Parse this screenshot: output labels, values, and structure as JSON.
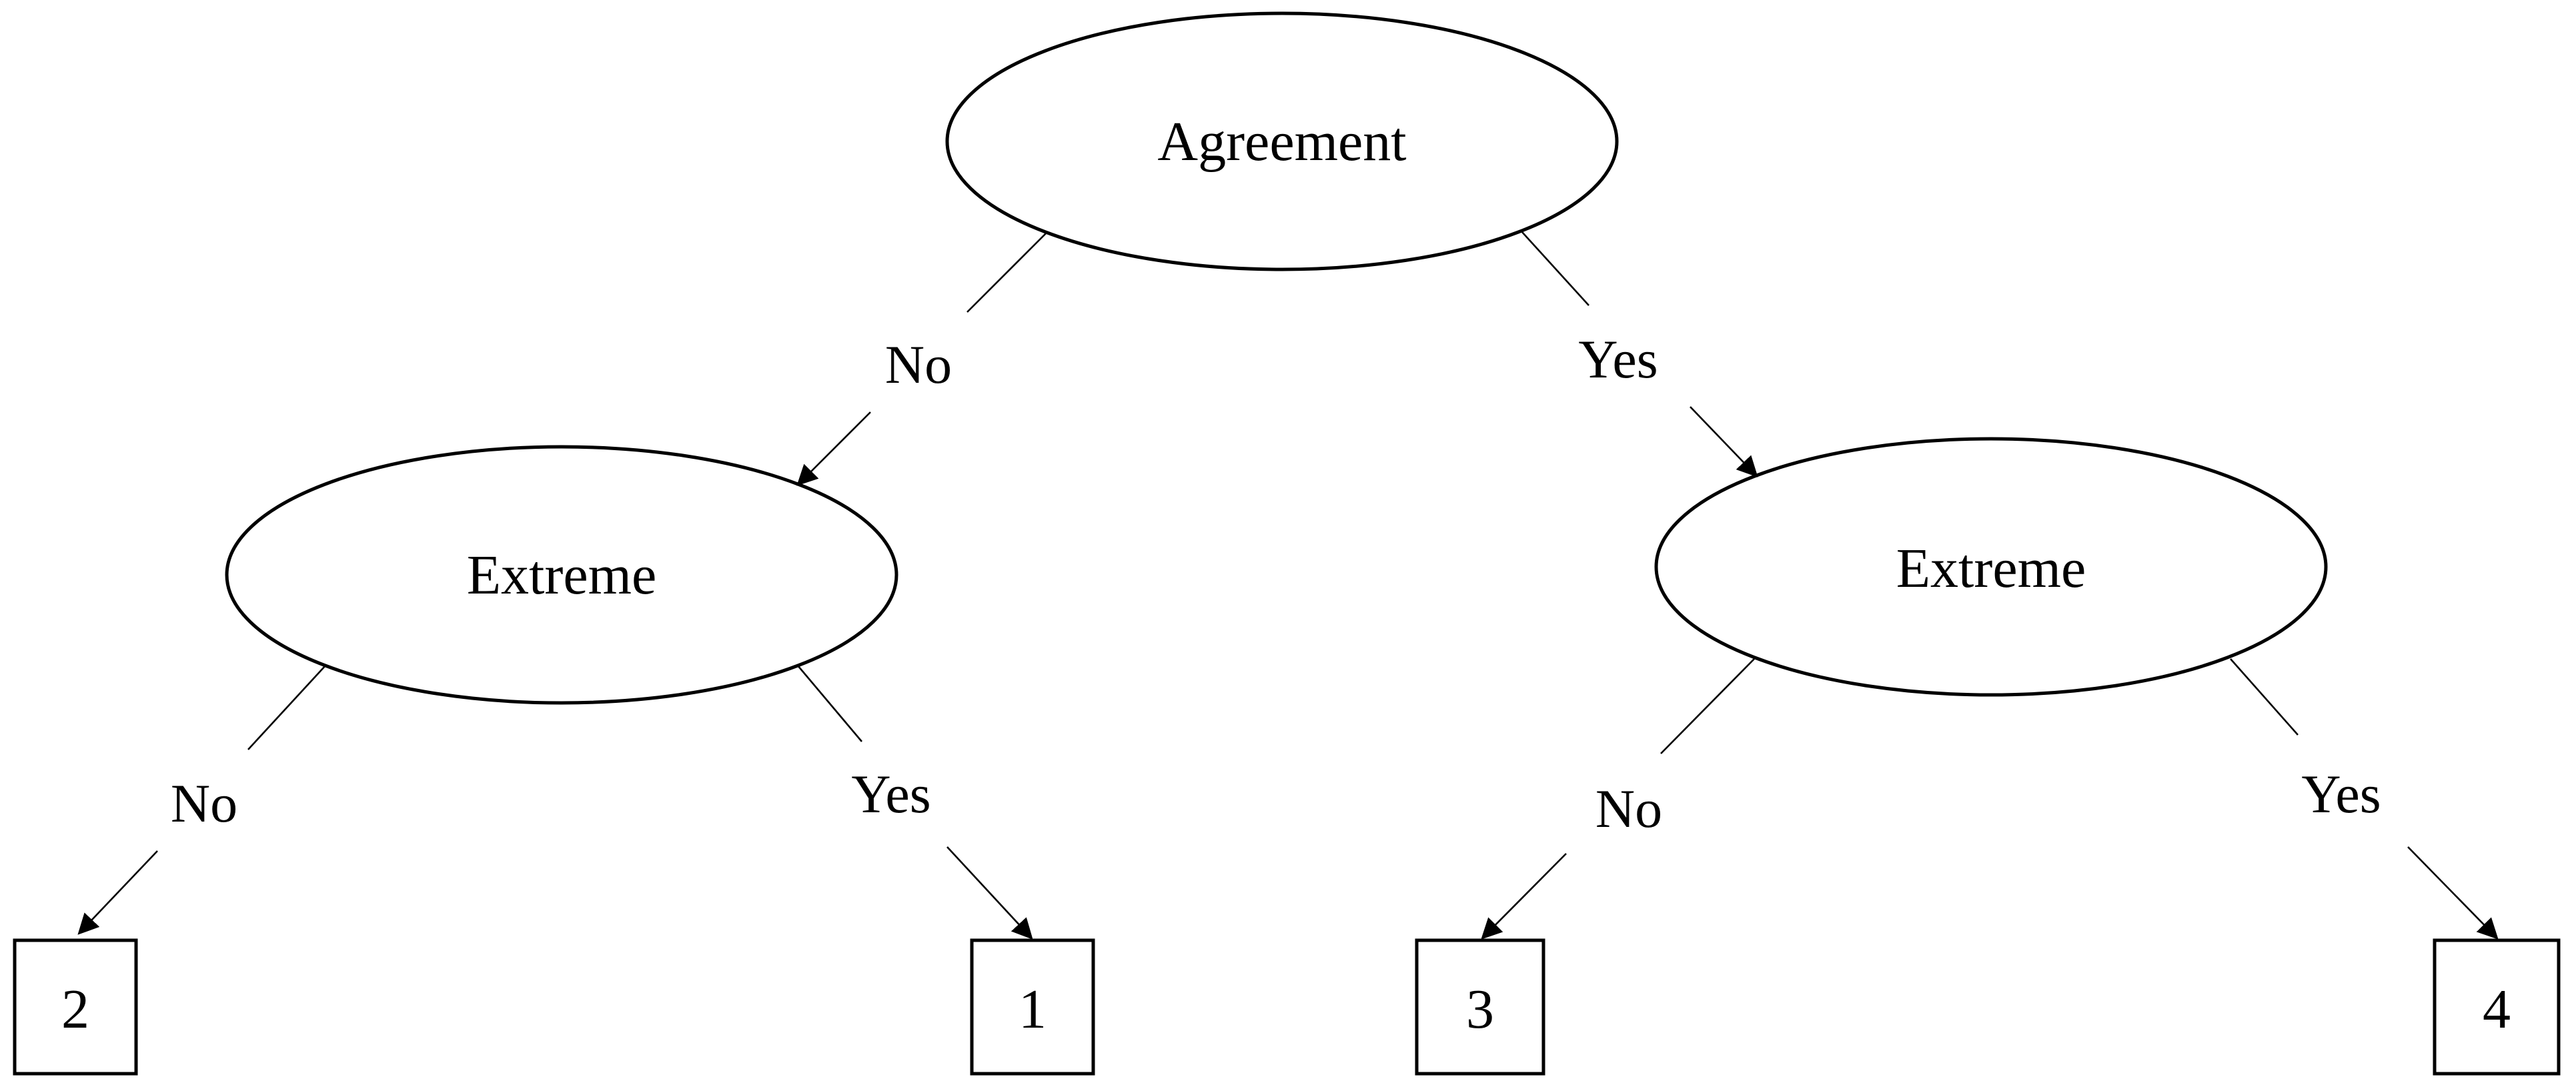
{
  "diagram": {
    "root": {
      "label": "Agreement"
    },
    "left_node": {
      "label": "Extreme"
    },
    "right_node": {
      "label": "Extreme"
    },
    "edges": {
      "root_left": "No",
      "root_right": "Yes",
      "left_left": "No",
      "left_right": "Yes",
      "right_left": "No",
      "right_right": "Yes"
    },
    "leaves": [
      "2",
      "1",
      "3",
      "4"
    ]
  }
}
